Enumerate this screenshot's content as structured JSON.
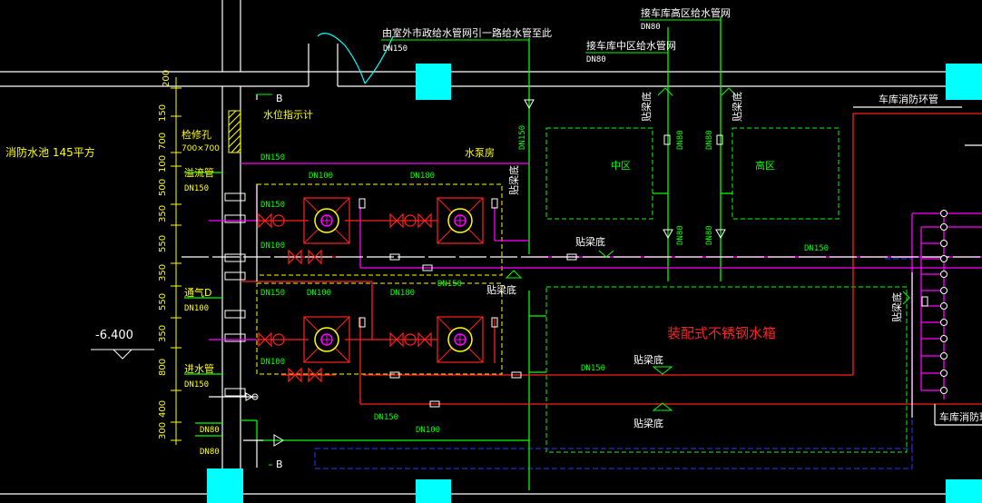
{
  "colors": {
    "background": "#000000",
    "white": "#ffffff",
    "green": "#00ff00",
    "yellow": "#ffff00",
    "magenta": "#ff00ff",
    "red": "#ff2020",
    "cyan": "#00ffff",
    "blue": "#2a3cff"
  },
  "labels": {
    "pool": "消防水池 145平方",
    "pump_room": "水泵房",
    "tank": "装配式不锈钢水箱",
    "zone_mid": "中区",
    "zone_high": "高区",
    "outdoor_pipe": "由室外市政给水管网引一路给水管至此",
    "to_high": "接车库高区给水管网",
    "to_mid": "接车库中区给水管网",
    "garage_loop_top": "车库消防环管",
    "garage_loop_bottom": "车库消防环",
    "access_hole": "检修孔",
    "access_size": "700×700",
    "overflow": "溢流管",
    "vent": "通气D",
    "inlet": "进水管",
    "level_indicator": "水位指示计",
    "beam1": "贴梁底",
    "elev": "-6.400",
    "section_b": "B",
    "dn150": "DN150",
    "dn100": "DN100",
    "dn80": "DN80",
    "dn180": "DN180"
  },
  "dims": [
    "200",
    "150",
    "700",
    "100",
    "500",
    "350",
    "550",
    "350",
    "550",
    "350",
    "800",
    "400",
    "300"
  ]
}
